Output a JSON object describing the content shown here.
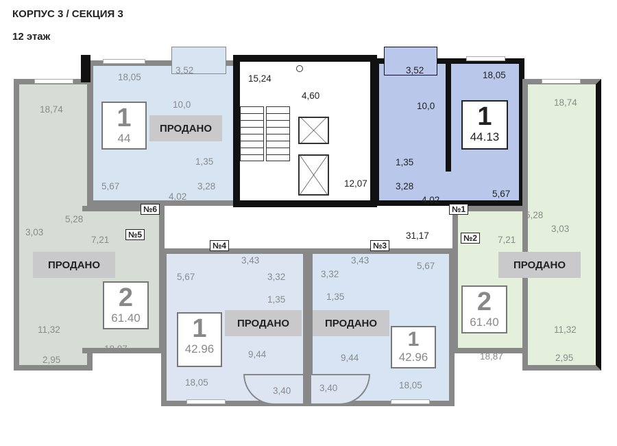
{
  "header": {
    "title": "КОРПУС 3 / СЕКЦИЯ 3",
    "floor": "12 этаж"
  },
  "sold_label": "ПРОДАНО",
  "colors": {
    "apt1": "#b9c8ea",
    "apt2": "#e4f0dc",
    "apt5": "#d5ddd4",
    "apt6": "#d7e4f2",
    "apt3": "#d6e4f3",
    "apt4": "#dde5f3",
    "sold_overlay": "#c9c9cb"
  },
  "apartments": [
    {
      "no": "№1",
      "rooms": "1",
      "area": "44.13",
      "status": "available"
    },
    {
      "no": "№2",
      "rooms": "2",
      "area": "61.40",
      "status": "sold"
    },
    {
      "no": "№3",
      "rooms": "1",
      "area": "42.96",
      "status": "sold"
    },
    {
      "no": "№4",
      "rooms": "1",
      "area": "42.96",
      "status": "sold"
    },
    {
      "no": "№5",
      "rooms": "2",
      "area": "61.40",
      "status": "sold"
    },
    {
      "no": "№6",
      "rooms": "1",
      "area": "44",
      "status": "sold"
    }
  ],
  "room_areas": {
    "apt6": [
      "18,05",
      "3,52",
      "10,0",
      "1,35",
      "5,67",
      "4,02",
      "3,28"
    ],
    "core": [
      "15,24",
      "4,60",
      "12,07",
      "31,17"
    ],
    "apt1": [
      "3,52",
      "18,05",
      "10,0",
      "1,35",
      "3,28",
      "4,02",
      "5,67"
    ],
    "apt2": [
      "18,74",
      "5,28",
      "3,03",
      "7,21",
      "11,32",
      "18,87",
      "2,95"
    ],
    "apt5": [
      "18,74",
      "5,28",
      "3,03",
      "7,21",
      "11,32",
      "18,87",
      "2,95"
    ],
    "apt4": [
      "3,43",
      "5,67",
      "3,32",
      "1,35",
      "9,44",
      "18,05",
      "3,40"
    ],
    "apt3": [
      "3,43",
      "3,32",
      "5,67",
      "1,35",
      "9,44",
      "18,05",
      "3,40"
    ]
  }
}
